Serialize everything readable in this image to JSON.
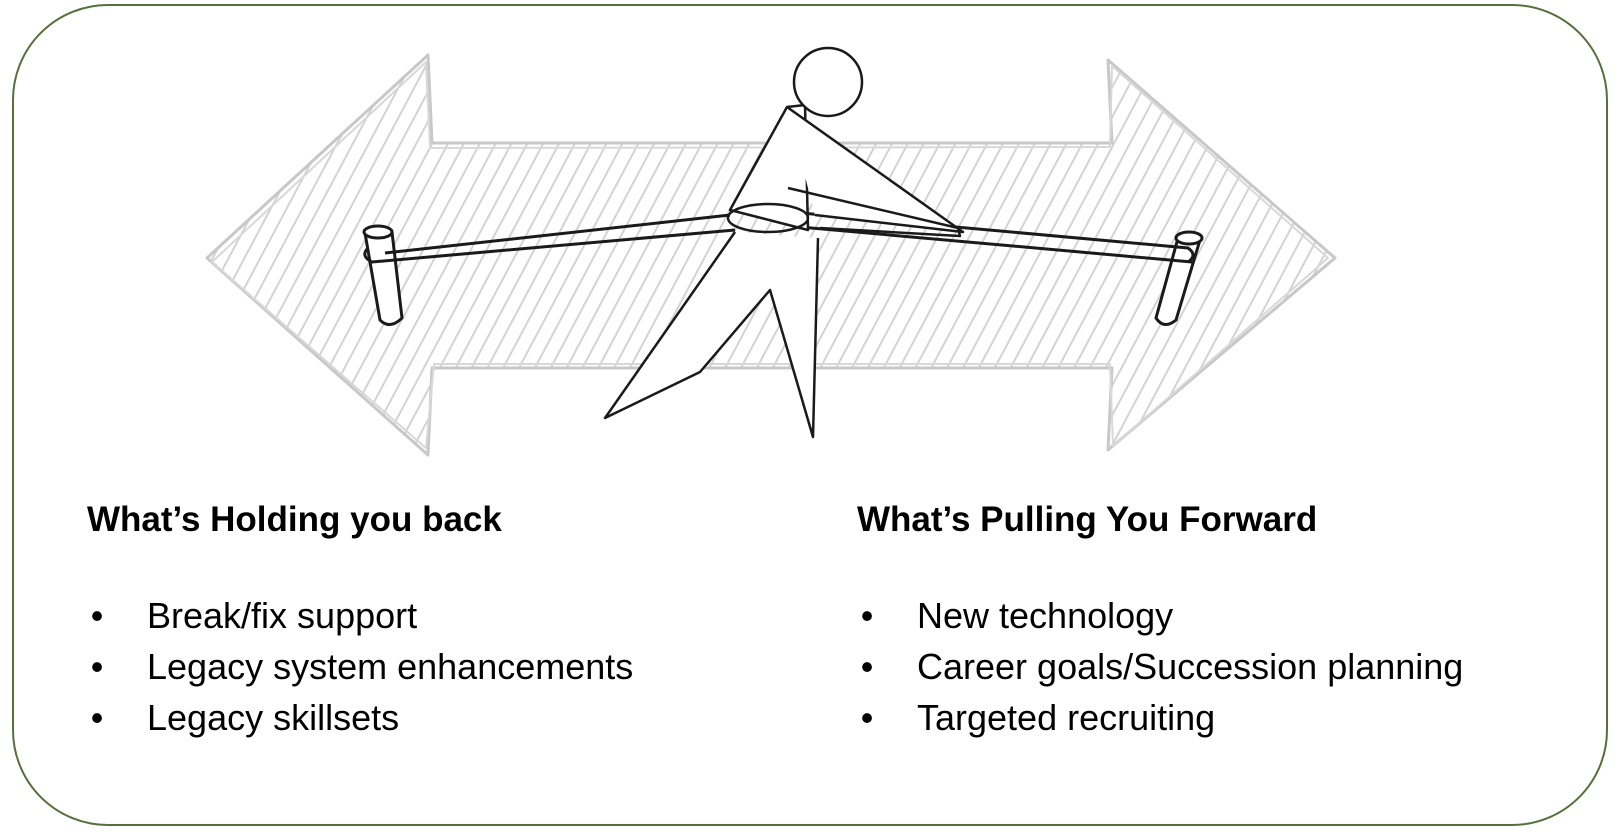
{
  "panels": {
    "left": {
      "heading": "What’s Holding you back",
      "items": [
        "Break/fix support",
        "Legacy system enhancements",
        "Legacy skillsets"
      ]
    },
    "right": {
      "heading": "What’s Pulling You Forward",
      "items": [
        "New technology",
        "Career goals/Succession planning",
        "Targeted recruiting"
      ]
    }
  },
  "bullet_glyph": "•",
  "colors": {
    "frame_border": "#56703c",
    "arrow_outline": "#c8c8c8",
    "arrow_hatch": "#d6d6d6",
    "sketch_ink": "#1a1a1a"
  },
  "icons": {
    "illustration": "tug-of-war-figure-icon"
  }
}
